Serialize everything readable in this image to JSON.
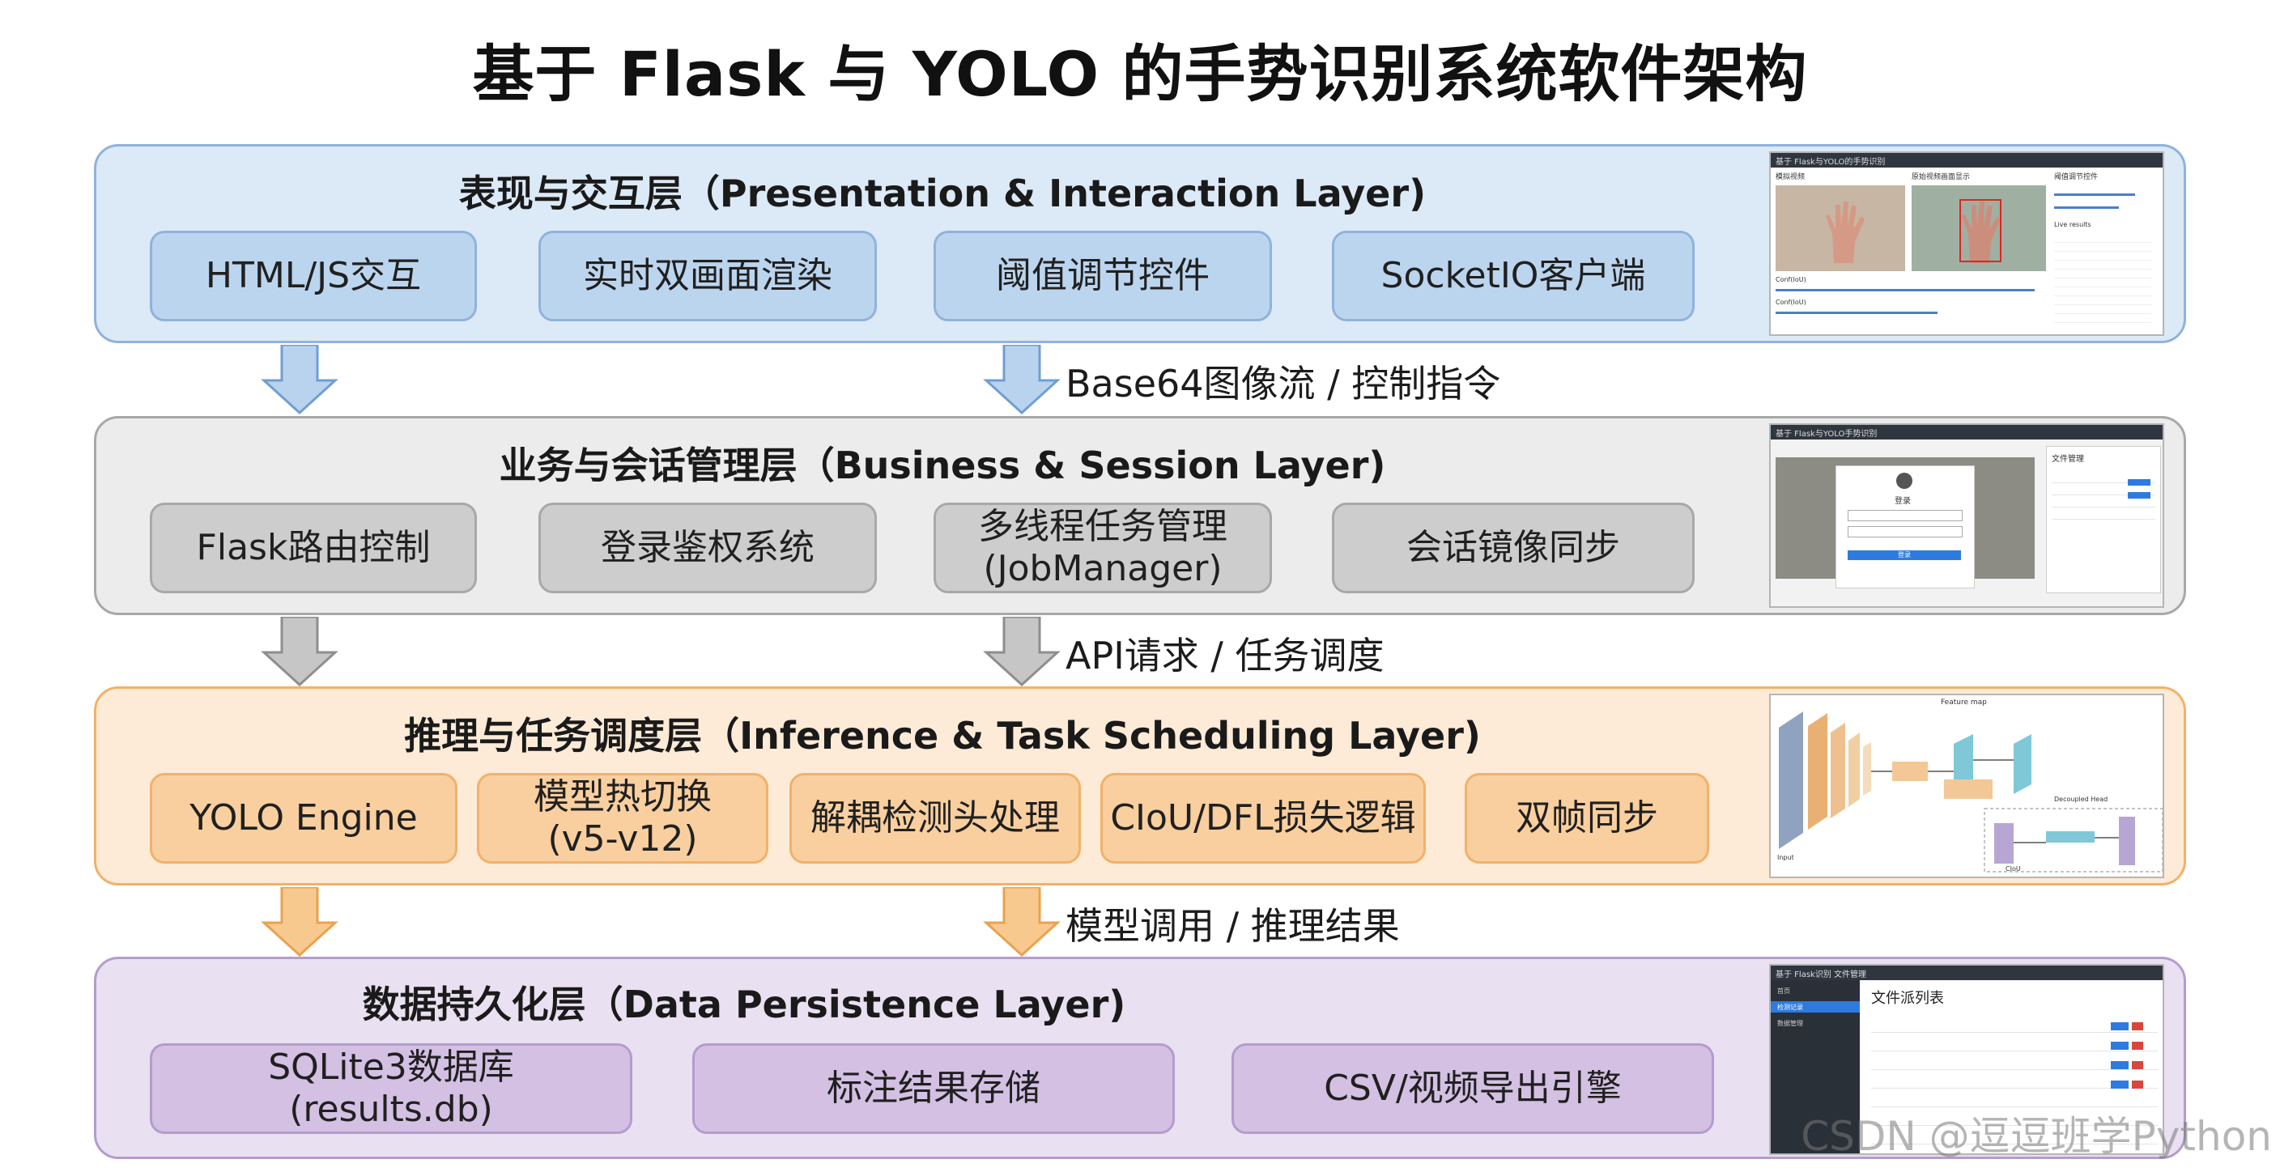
{
  "title": "基于 Flask 与 YOLO 的手势识别系统软件架构",
  "colors": {
    "presentation_bg": "#dce9f7",
    "presentation_border": "#8fb3dc",
    "presentation_module": "#bcd5ee",
    "business_bg": "#ececec",
    "business_border": "#a8a8a8",
    "business_module": "#cdcdcd",
    "inference_bg": "#fdebd7",
    "inference_border": "#f2b16a",
    "inference_module": "#f9cf9f",
    "persistence_bg": "#e9e0f1",
    "persistence_border": "#b49ccd",
    "persistence_module": "#d3c0e3"
  },
  "layers": [
    {
      "title": "表现与交互层（Presentation & Interaction Layer)",
      "modules": [
        "HTML/JS交互",
        "实时双画面渲染",
        "阈值调节控件",
        "SocketIO客户端"
      ]
    },
    {
      "title": "业务与会话管理层（Business & Session Layer)",
      "modules": [
        "Flask路由控制",
        "登录鉴权系统",
        "多线程任务管理\n(JobManager)",
        "会话镜像同步"
      ]
    },
    {
      "title": "推理与任务调度层（Inference & Task Scheduling Layer)",
      "modules": [
        "YOLO Engine",
        "模型热切换\n(v5-v12)",
        "解耦检测头处理",
        "CIoU/DFL损失逻辑",
        "双帧同步"
      ]
    },
    {
      "title": "数据持久化层（Data Persistence Layer)",
      "modules": [
        "SQLite3数据库\n(results.db)",
        "标注结果存储",
        "CSV/视频导出引擎"
      ]
    }
  ],
  "arrow_labels": [
    "Base64图像流 / 控制指令",
    "API请求 / 任务调度",
    "模型调用 / 推理结果"
  ],
  "thumbnails": {
    "t1": {
      "header": "基于 Flask与YOLO的手势识别",
      "left": "模拟视频",
      "mid": "原始视频画面显示",
      "right": "阈值调节控件",
      "list": "Live results",
      "conf1": "Conf(IoU)",
      "conf2": "Conf(IoU)"
    },
    "t2": {
      "header": "基于 Flask与YOLO手势识别",
      "login": "登录",
      "submit": "登录",
      "panel": "文件管理"
    },
    "t3": {
      "a": "Feature map",
      "b": "CIoU",
      "c": "Decoupled Head",
      "d": "Input"
    },
    "t4": {
      "header": "基于 Flask识别 文件管理",
      "heading": "文件派列表",
      "nav1": "首页",
      "nav2": "检测记录",
      "nav3": "数据管理"
    }
  },
  "watermark": "CSDN @逗逗班学Python"
}
